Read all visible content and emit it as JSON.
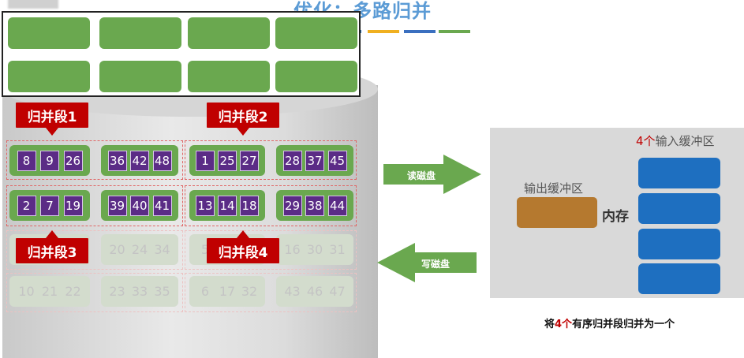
{
  "title": "优化：多路归并",
  "legend_colors": [
    "#2e75b6",
    "#f0b020",
    "#3a6fbf",
    "#6aa84f"
  ],
  "labels": {
    "seg1": "归并段1",
    "seg2": "归并段2",
    "seg3": "归并段3",
    "seg4": "归并段4"
  },
  "arrows": {
    "read": "读磁盘",
    "write": "写磁盘"
  },
  "ram": {
    "input_prefix": "4个",
    "input_suffix": "输入缓冲区",
    "output_label": "输出缓冲区",
    "memory_label": "内存"
  },
  "caption": {
    "pre": "将",
    "num": "4个",
    "post": "有序归并段归并为一个"
  },
  "pages": {
    "row1": [
      [
        "8",
        "9",
        "26"
      ],
      [
        "36",
        "42",
        "48"
      ],
      [
        "1",
        "25",
        "27"
      ],
      [
        "28",
        "37",
        "45"
      ]
    ],
    "row2": [
      [
        "2",
        "7",
        "19"
      ],
      [
        "39",
        "40",
        "41"
      ],
      [
        "13",
        "14",
        "18"
      ],
      [
        "29",
        "38",
        "44"
      ]
    ],
    "row3": [
      [
        "",
        "",
        ""
      ],
      [
        "20",
        "24",
        "34"
      ],
      [
        "5",
        "",
        ""
      ],
      [
        "16",
        "30",
        "31"
      ]
    ],
    "row4": [
      [
        "10",
        "21",
        "22"
      ],
      [
        "23",
        "33",
        "35"
      ],
      [
        "6",
        "17",
        "32"
      ],
      [
        "43",
        "46",
        "47"
      ]
    ]
  }
}
